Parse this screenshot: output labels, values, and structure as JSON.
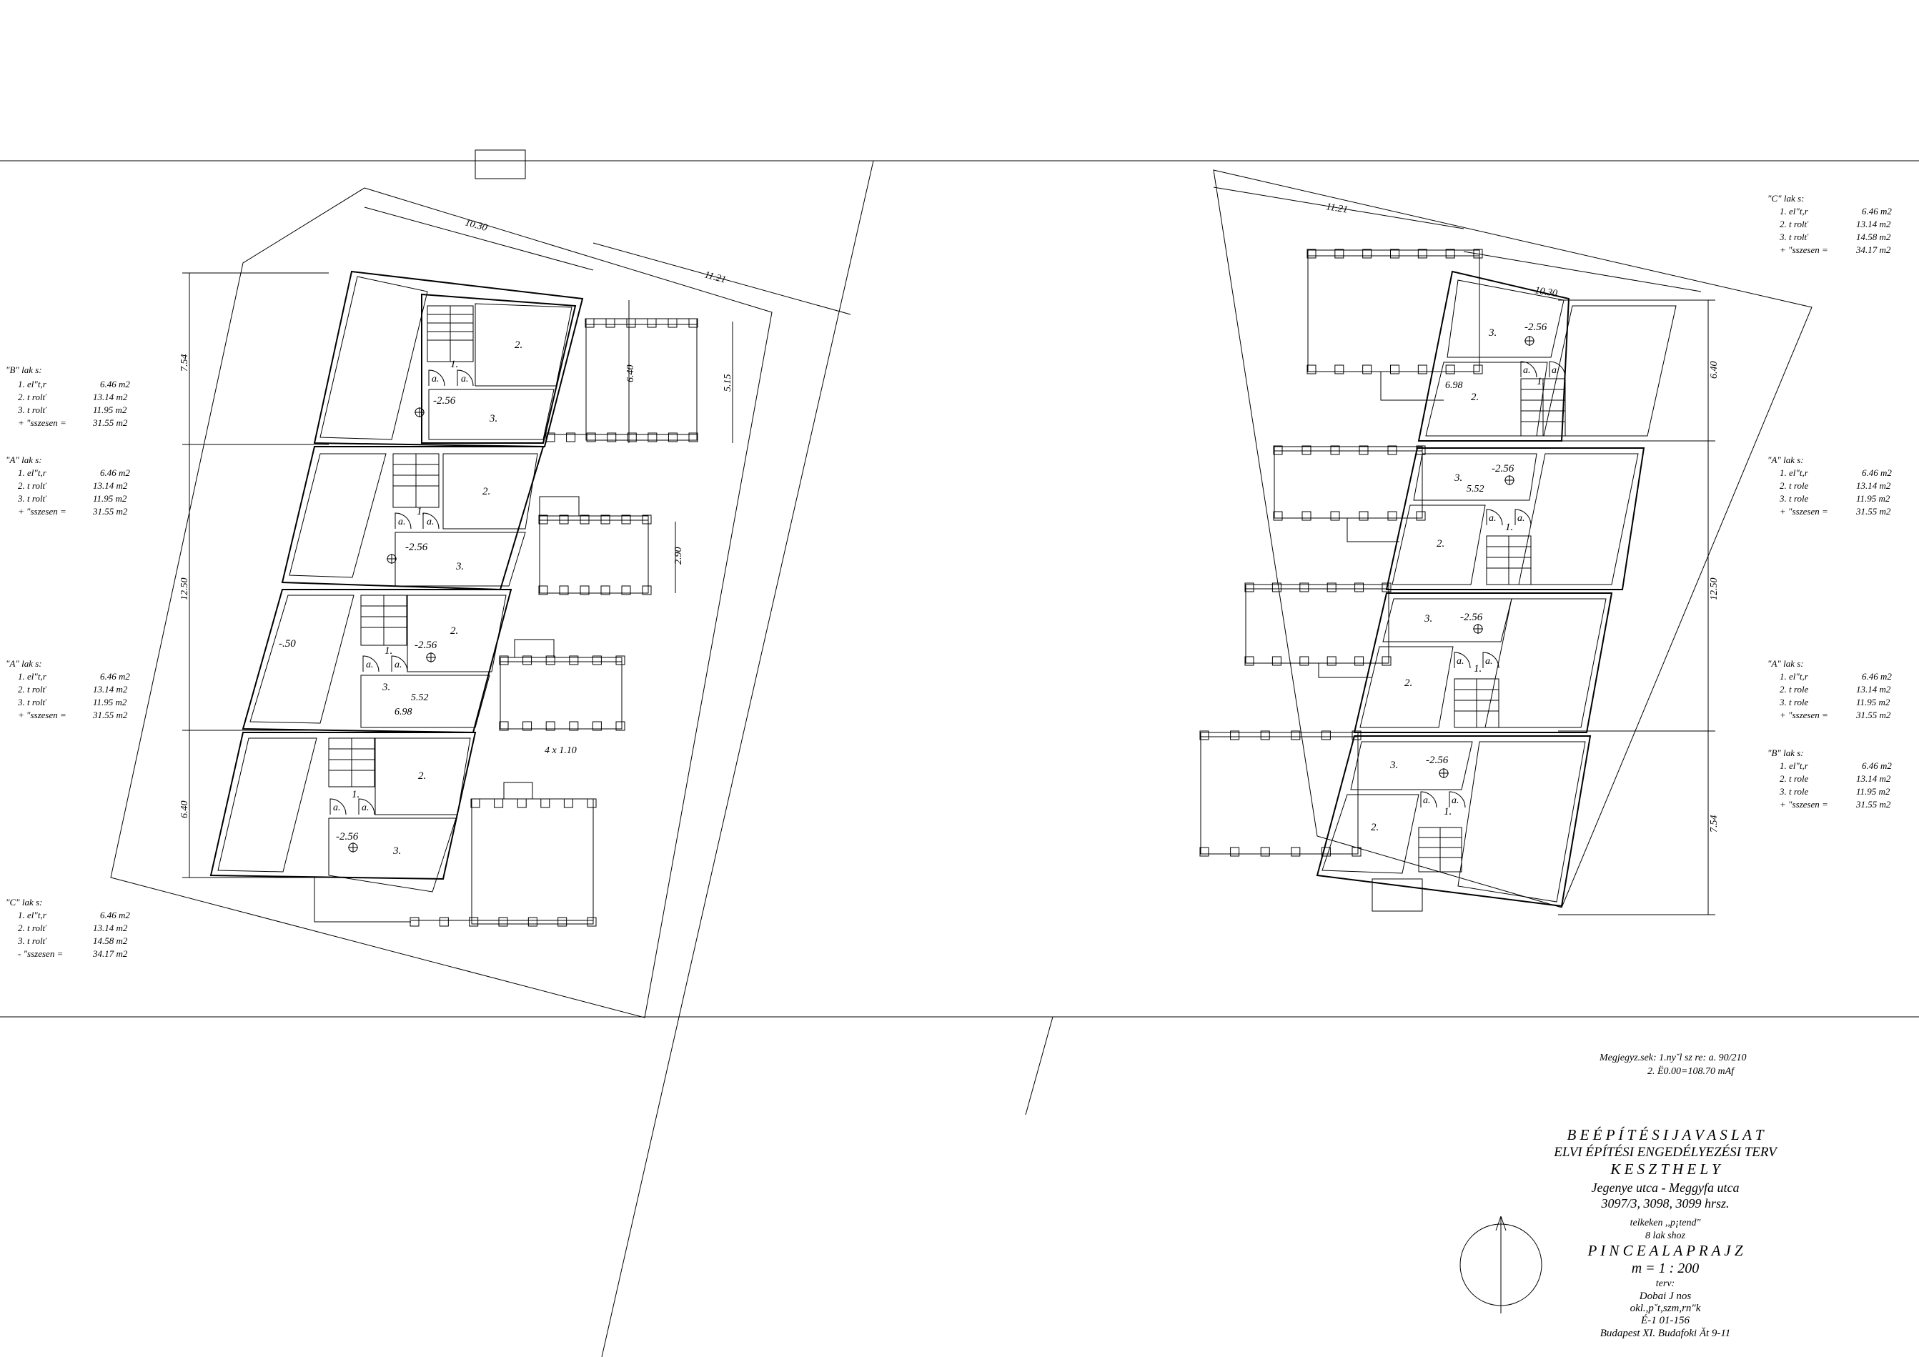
{
  "legends_left": [
    {
      "title": "\"B\" lak s:",
      "rows": [
        [
          "1. el\"t,r",
          "6.46  m2"
        ],
        [
          "2. t rolť",
          "13.14  m2"
        ],
        [
          "3. t rolť",
          "11.95  m2"
        ],
        [
          "+  \"sszesen  =",
          "31.55  m2"
        ]
      ]
    },
    {
      "title": "\"A\" lak s:",
      "rows": [
        [
          "1. el\"t,r",
          "6.46  m2"
        ],
        [
          "2. t rolť",
          "13.14  m2"
        ],
        [
          "3. t rolť",
          "11.95  m2"
        ],
        [
          "+  \"sszesen  =",
          "31.55  m2"
        ]
      ]
    },
    {
      "title": "\"A\" lak s:",
      "rows": [
        [
          "1. el\"t,r",
          "6.46  m2"
        ],
        [
          "2. t rolť",
          "13.14  m2"
        ],
        [
          "3. t rolť",
          "11.95  m2"
        ],
        [
          "+  \"sszesen  =",
          "31.55  m2"
        ]
      ]
    },
    {
      "title": "\"C\" lak s:",
      "rows": [
        [
          "1. el\"t,r",
          "6.46  m2"
        ],
        [
          "2. t rolť",
          "13.14  m2"
        ],
        [
          "3. t rolť",
          "14.58  m2"
        ],
        [
          "-  \"sszesen  =",
          "34.17  m2"
        ]
      ]
    }
  ],
  "legends_right": [
    {
      "title": "\"C\" lak s:",
      "rows": [
        [
          "1. el\"t,r",
          "6.46  m2"
        ],
        [
          "2. t rolť",
          "13.14  m2"
        ],
        [
          "3. t rolť",
          "14.58  m2"
        ],
        [
          "+  \"sszesen  =",
          "34.17  m2"
        ]
      ]
    },
    {
      "title": "\"A\" lak s:",
      "rows": [
        [
          "1. el\"t,r",
          "6.46  m2"
        ],
        [
          "2. t role",
          "13.14  m2"
        ],
        [
          "3. t role",
          "11.95  m2"
        ],
        [
          "+  \"sszesen  =",
          "31.55  m2"
        ]
      ]
    },
    {
      "title": "\"A\" lak s:",
      "rows": [
        [
          "1. el\"t,r",
          "6.46  m2"
        ],
        [
          "2. t role",
          "13.14  m2"
        ],
        [
          "3. t role",
          "11.95  m2"
        ],
        [
          "+  \"sszesen  =",
          "31.55  m2"
        ]
      ]
    },
    {
      "title": "\"B\" lak s:",
      "rows": [
        [
          "1. el\"t,r",
          "6.46  m2"
        ],
        [
          "2. t role",
          "13.14  m2"
        ],
        [
          "3. t role",
          "11.95  m2"
        ],
        [
          "+  \"sszesen  =",
          "31.55  m2"
        ]
      ]
    }
  ],
  "rooms": {
    "entry": "1.",
    "room2": "2.",
    "room3": "3.",
    "door": "a.",
    "level": "-2.56",
    "level_small": "-.50"
  },
  "dims_left": {
    "top1": "10.30",
    "top2": "11.21",
    "side_top": "7.54",
    "side_mid": "12.50",
    "side_bottom": "6.40",
    "terrace1a": "6.40",
    "terrace1b": "5.15",
    "terrace2": "2.90",
    "inner1": "5.52",
    "inner2": "6.98",
    "pergola": "4  x  1.10"
  },
  "dims_right": {
    "top1": "11.21",
    "top2": "10.30",
    "side_top": "6.40",
    "side_mid": "12.50",
    "side_bottom": "7.54",
    "inner1": "6.98",
    "inner2": "5.52"
  },
  "notes": {
    "line1": "Megjegyz.sek: 1.nyˇl sz re: a. 90/210",
    "line2": "2. Ë0.00=108.70 mAf"
  },
  "title_block": {
    "l1": "B E É P Í T É S I  J A V A S L A T",
    "l2": "ELVI ÉPÍTÉSI ENGEDÉLYEZÉSI TERV",
    "l3": "K E S Z T H E L Y",
    "l4": "Jegenye utca - Meggyfa utca",
    "l5": "3097/3, 3098, 3099  hrsz.",
    "l6": "telkeken ,,p¡tend\"",
    "l7": "8  lak shoz",
    "l8": "P I N C E   A L A P R A J Z",
    "l9": "m   =   1  :  200",
    "l10": "terv:",
    "l11": "Dobai J nos",
    "l12": "okl.,pˇt,szm,rn\"k",
    "l13": "É-1  01-156",
    "l14": "Budapest XI. Budafoki Ăt 9-11"
  }
}
